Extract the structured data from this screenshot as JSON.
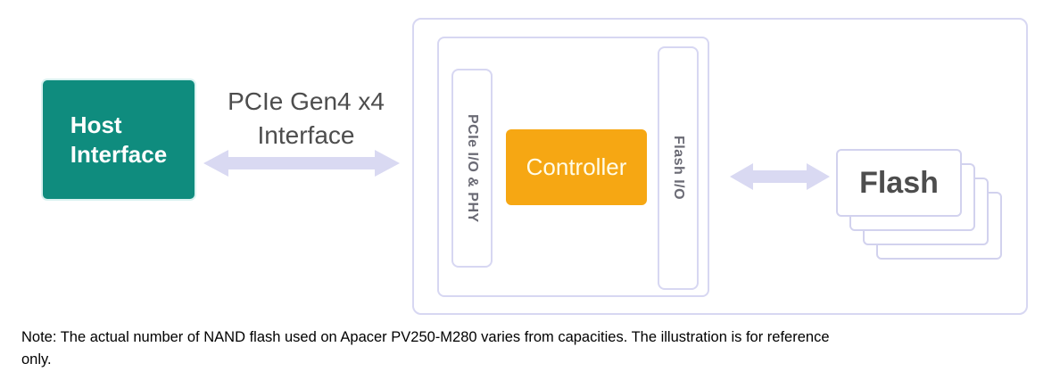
{
  "diagram": {
    "host_box": {
      "line1": "Host",
      "line2": "Interface"
    },
    "bus_label": {
      "line1": "PCIe Gen4 x4",
      "line2": "Interface"
    },
    "ssd_module": {
      "pcie_io_phy_label": "PCIe I/O & PHY",
      "controller_label": "Controller",
      "flash_io_label": "Flash I/O"
    },
    "flash_stack": {
      "label": "Flash",
      "card_count": 4
    }
  },
  "note": {
    "line1": "Note: The actual number of NAND flash used on Apacer PV250-M280 varies from capacities. The illustration is for reference",
    "line2": "only."
  },
  "colors": {
    "teal": "#0F8C7E",
    "orange": "#F6A713",
    "lavender_border": "#D7D7F2",
    "arrow_fill": "#D9D9F2",
    "gray_label": "#4D4D4D",
    "vertical_gray": "#6A6A74",
    "controller_text": "#FFFCE8",
    "host_text": "#FFFFFF",
    "note_color": "#000000",
    "card_border": "#D2D2EE"
  }
}
